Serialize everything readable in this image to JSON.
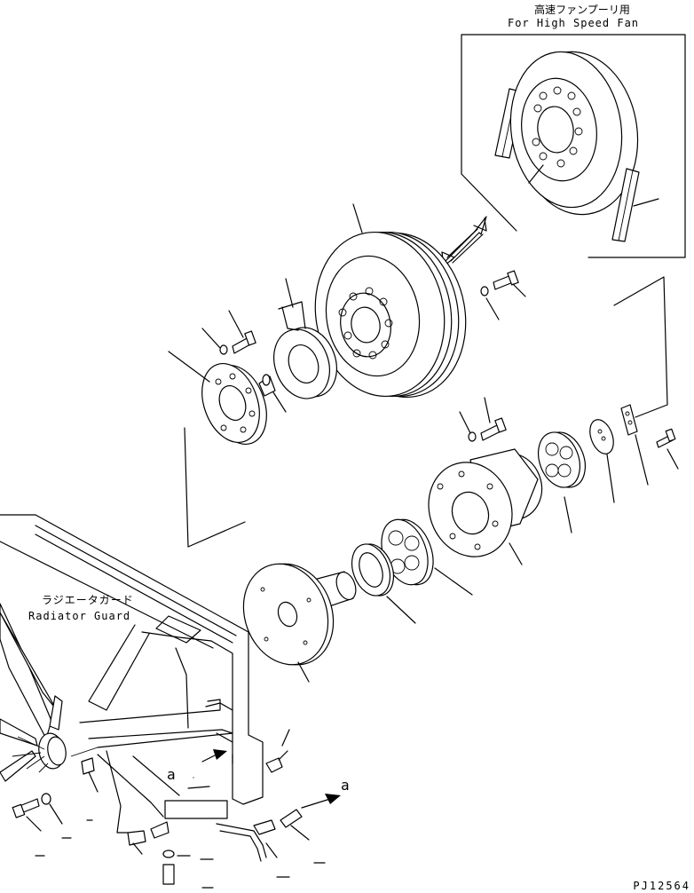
{
  "inset": {
    "title_jp": "高速ファンプーリ用",
    "title_en": "For High Speed Fan"
  },
  "radiator_guard": {
    "label_jp": "ラジエータガード",
    "label_en": "Radiator Guard"
  },
  "view_marks": {
    "left": "a",
    "right": "a"
  },
  "drawing_number": "PJ12564"
}
